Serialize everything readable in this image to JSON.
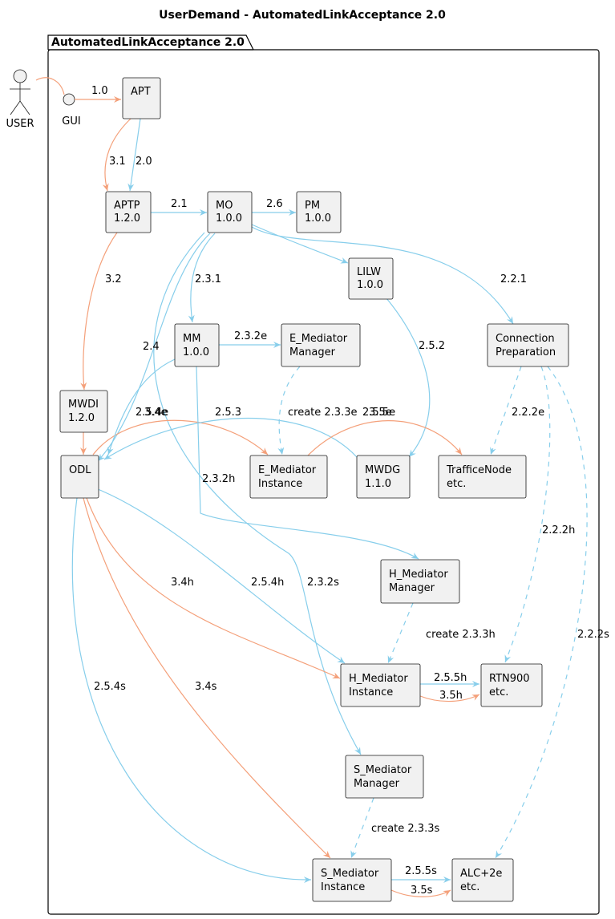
{
  "title": "UserDemand - AutomatedLinkAcceptance 2.0",
  "package": "AutomatedLinkAcceptance 2.0",
  "colors": {
    "blue": "#87ceeb",
    "orange": "#f4a07a",
    "box_fill": "#f1f1f1",
    "border": "#181818"
  },
  "actor": {
    "label": "USER"
  },
  "interface": {
    "label": "GUI"
  },
  "nodes": {
    "apt": {
      "lines": [
        "APT"
      ]
    },
    "aptp": {
      "lines": [
        "APTP",
        "1.2.0"
      ]
    },
    "mo": {
      "lines": [
        "MO",
        "1.0.0"
      ]
    },
    "pm": {
      "lines": [
        "PM",
        "1.0.0"
      ]
    },
    "lilw": {
      "lines": [
        "LILW",
        "1.0.0"
      ]
    },
    "conn": {
      "lines": [
        "Connection",
        "Preparation"
      ]
    },
    "mm": {
      "lines": [
        "MM",
        "1.0.0"
      ]
    },
    "emm": {
      "lines": [
        "E_Mediator",
        "Manager"
      ]
    },
    "mwdi": {
      "lines": [
        "MWDI",
        "1.2.0"
      ]
    },
    "odl": {
      "lines": [
        "ODL"
      ]
    },
    "emi": {
      "lines": [
        "E_Mediator",
        "Instance"
      ]
    },
    "mwdg": {
      "lines": [
        "MWDG",
        "1.1.0"
      ]
    },
    "tn": {
      "lines": [
        "TrafficeNode",
        "etc."
      ]
    },
    "hmm": {
      "lines": [
        "H_Mediator",
        "Manager"
      ]
    },
    "hmi": {
      "lines": [
        "H_Mediator",
        "Instance"
      ]
    },
    "rtn": {
      "lines": [
        "RTN900",
        "etc."
      ]
    },
    "smm": {
      "lines": [
        "S_Mediator",
        "Manager"
      ]
    },
    "smi": {
      "lines": [
        "S_Mediator",
        "Instance"
      ]
    },
    "alc": {
      "lines": [
        "ALC+2e",
        "etc."
      ]
    }
  },
  "edges": [
    {
      "id": "gui-apt",
      "label": "1.0",
      "color": "orange"
    },
    {
      "id": "apt-aptp-o",
      "label": "3.1",
      "color": "orange"
    },
    {
      "id": "apt-aptp-b",
      "label": "2.0",
      "color": "blue"
    },
    {
      "id": "aptp-mo",
      "label": "2.1",
      "color": "blue"
    },
    {
      "id": "mo-pm",
      "label": "2.6",
      "color": "blue"
    },
    {
      "id": "mo-lilw",
      "label": "",
      "color": "blue"
    },
    {
      "id": "mo-conn",
      "label": "2.2.1",
      "color": "blue"
    },
    {
      "id": "mo-mm",
      "label": "2.3.1",
      "color": "blue"
    },
    {
      "id": "mo-odl",
      "label": "2.4",
      "color": "blue"
    },
    {
      "id": "aptp-mwdi",
      "label": "3.2",
      "color": "orange"
    },
    {
      "id": "mm-emm",
      "label": "2.3.2e",
      "color": "blue"
    },
    {
      "id": "lilw-mwdg",
      "label": "2.5.2",
      "color": "blue"
    },
    {
      "id": "conn-tn",
      "label": "2.2.2e",
      "color": "blue",
      "dashed": true
    },
    {
      "id": "conn-rtn",
      "label": "2.2.2h",
      "color": "blue",
      "dashed": true
    },
    {
      "id": "conn-alc",
      "label": "2.2.2s",
      "color": "blue",
      "dashed": true
    },
    {
      "id": "mwdi-odl",
      "label": "",
      "color": "orange"
    },
    {
      "id": "emm-emi",
      "label": "create 2.3.3e",
      "color": "blue",
      "dashed": true
    },
    {
      "id": "odl-emi",
      "label": "2.5.4e",
      "color": "orange"
    },
    {
      "id": "odl-emi-b",
      "label": "3.4e",
      "color": "blue"
    },
    {
      "id": "mwdg-odl",
      "label": "2.5.3",
      "color": "blue"
    },
    {
      "id": "emi-tn",
      "label": "2.5.5e",
      "color": "orange"
    },
    {
      "id": "emi-tn-b",
      "label": "3.5e",
      "color": "blue"
    },
    {
      "id": "mm-hmm",
      "label": "2.3.2h",
      "color": "blue"
    },
    {
      "id": "mm-odl",
      "label": "",
      "color": "blue"
    },
    {
      "id": "mm-smm",
      "label": "2.3.2s",
      "color": "blue"
    },
    {
      "id": "hmm-hmi",
      "label": "create 2.3.3h",
      "color": "blue",
      "dashed": true
    },
    {
      "id": "odl-hmi-o",
      "label": "3.4h",
      "color": "orange"
    },
    {
      "id": "odl-hmi-b",
      "label": "2.5.4h",
      "color": "blue"
    },
    {
      "id": "hmi-rtn-b",
      "label": "2.5.5h",
      "color": "blue"
    },
    {
      "id": "hmi-rtn-o",
      "label": "3.5h",
      "color": "orange"
    },
    {
      "id": "smm-smi",
      "label": "create 2.3.3s",
      "color": "blue",
      "dashed": true
    },
    {
      "id": "odl-smi-b",
      "label": "2.5.4s",
      "color": "blue"
    },
    {
      "id": "odl-smi-o",
      "label": "3.4s",
      "color": "orange"
    },
    {
      "id": "smi-alc-b",
      "label": "2.5.5s",
      "color": "blue"
    },
    {
      "id": "smi-alc-o",
      "label": "3.5s",
      "color": "orange"
    }
  ]
}
